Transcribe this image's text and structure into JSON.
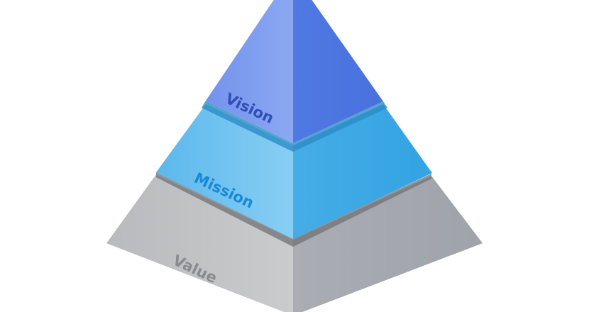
{
  "tiers": [
    {
      "label": "Vision",
      "left_color": "#86a4f0",
      "right_color": "#4d76e2",
      "text_color": "#2f4fb8"
    },
    {
      "label": "Mission",
      "left_color": "#76c4f0",
      "right_color": "#37a5e3",
      "text_color": "#1a88d6"
    },
    {
      "label": "Value",
      "left_color": "#c4c5c8",
      "right_color": "#a5a9b0",
      "text_color": "#8a8b8e"
    }
  ]
}
